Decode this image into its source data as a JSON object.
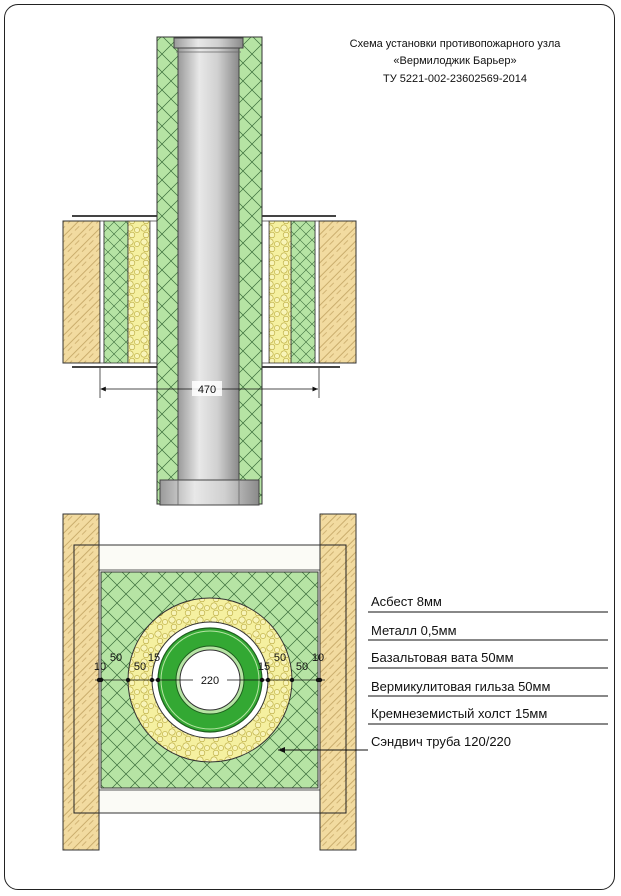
{
  "title": {
    "line1": "Схема установки противопожарного узла",
    "line2": "«Вермилоджик Барьер»",
    "line3": "ТУ 5221-002-23602569-2014"
  },
  "top_view": {
    "width_dim": "470"
  },
  "section_view": {
    "pipe_dim": "220",
    "left_dims": [
      "10",
      "50",
      "50",
      "15"
    ],
    "right_dims": [
      "15",
      "50",
      "50",
      "10"
    ]
  },
  "legend": [
    {
      "label": "Асбест 8мм"
    },
    {
      "label": "Металл 0,5мм"
    },
    {
      "label": "Базальтовая вата 50мм"
    },
    {
      "label": "Вермикулитовая гильза 50мм"
    },
    {
      "label": "Кремнеземистый холст 15мм"
    },
    {
      "label": "Сэндвич труба 120/220"
    }
  ],
  "colors": {
    "wood": "#f2dba0",
    "green": "#b6e4a4",
    "dark_green": "#33a833",
    "yellow": "#f5f0a0",
    "steel": "#c8c8c8"
  }
}
